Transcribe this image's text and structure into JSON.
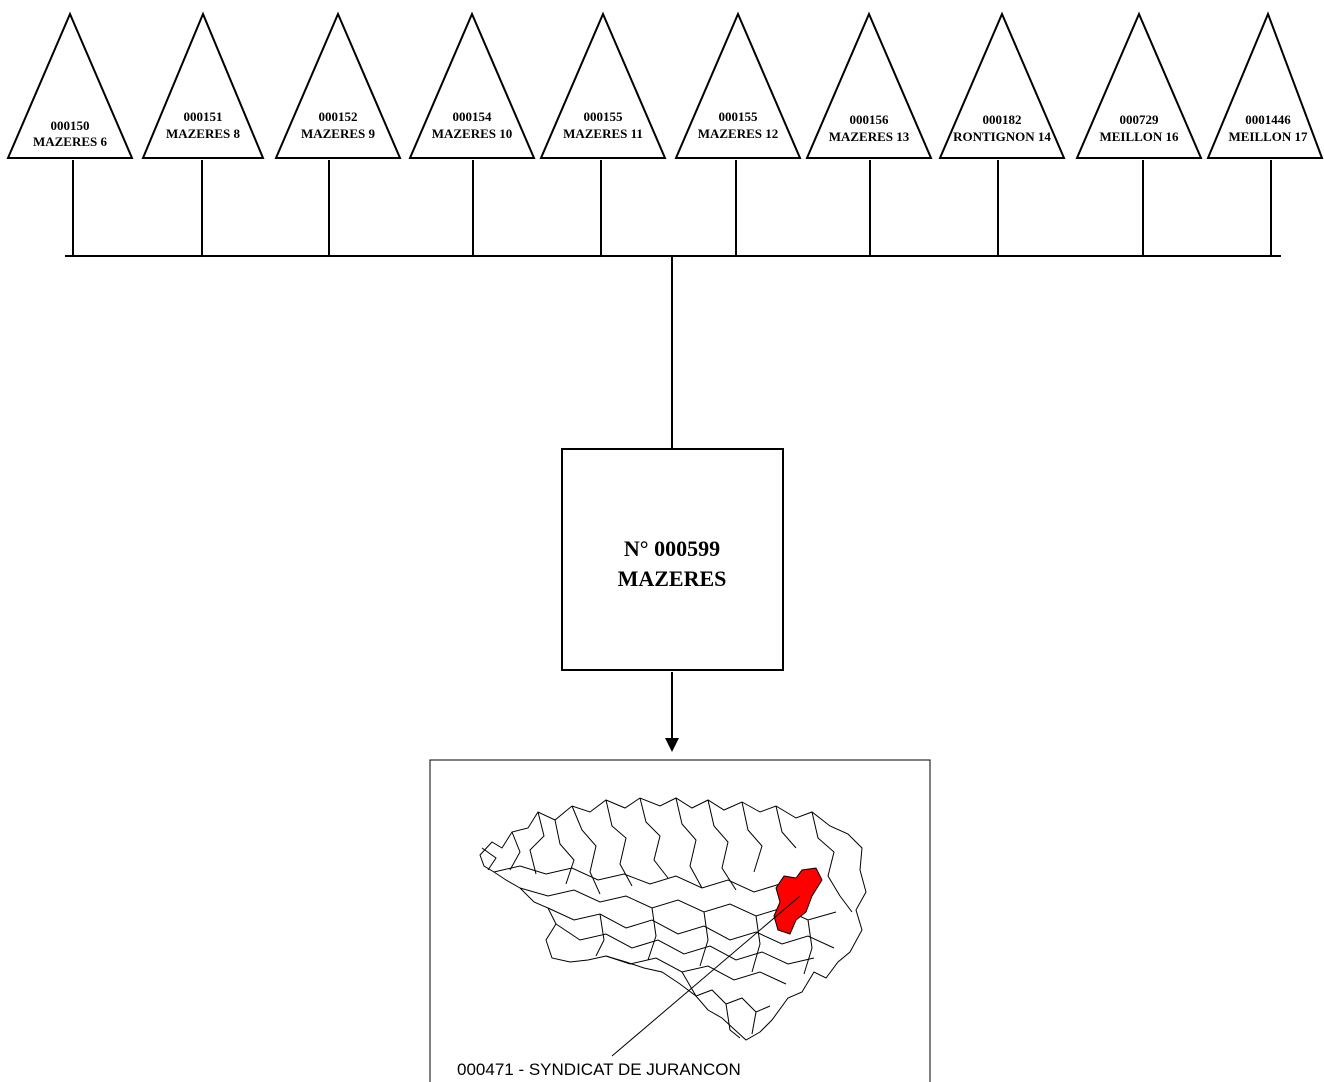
{
  "sources": [
    {
      "code": "000150",
      "name": "MAZERES 6"
    },
    {
      "code": "000151",
      "name": "MAZERES 8"
    },
    {
      "code": "000152",
      "name": "MAZERES 9"
    },
    {
      "code": "000154",
      "name": "MAZERES 10"
    },
    {
      "code": "000155",
      "name": "MAZERES 11"
    },
    {
      "code": "000155",
      "name": "MAZERES 12"
    },
    {
      "code": "000156",
      "name": "MAZERES 13"
    },
    {
      "code": "000182",
      "name": "RONTIGNON 14"
    },
    {
      "code": "000729",
      "name": "MEILLON 16"
    },
    {
      "code": "0001446",
      "name": "MEILLON 17"
    }
  ],
  "central_box": {
    "line1": "N° 000599",
    "line2": "MAZERES"
  },
  "map": {
    "label": "000471 - SYNDICAT DE JURANCON",
    "highlight_color": "#ff0000"
  }
}
